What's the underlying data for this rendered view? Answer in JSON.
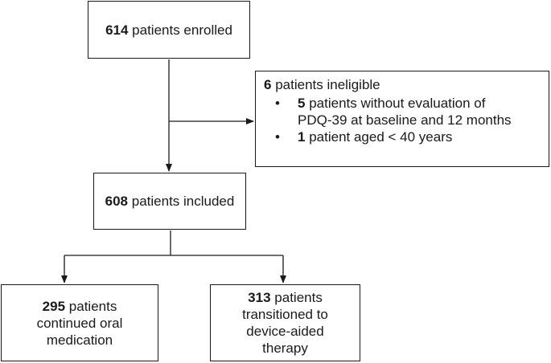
{
  "enrolled": {
    "count": "614",
    "text": "patients enrolled"
  },
  "ineligible": {
    "count": "6",
    "text": "patients ineligible",
    "reasons": [
      {
        "count": "5",
        "text": "patients without evaluation of PDQ-39 at baseline and 12 months"
      },
      {
        "count": "1",
        "text": "patient aged < 40 years"
      }
    ]
  },
  "included": {
    "count": "608",
    "text": "patients included"
  },
  "oral": {
    "count": "295",
    "text_line1": "patients",
    "text_rest": "continued oral medication"
  },
  "device": {
    "count": "313",
    "text_line1": "patients",
    "text_rest": "transitioned to device-aided therapy"
  }
}
